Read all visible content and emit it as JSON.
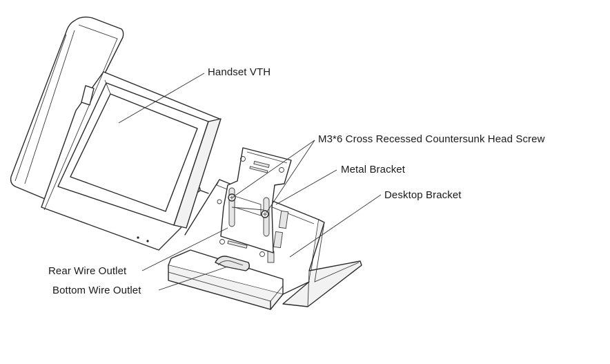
{
  "labels": {
    "handset": "Handset VTH",
    "screw": "M3*6 Cross Recessed Countersunk Head Screw",
    "metal_bracket": "Metal Bracket",
    "desktop_bracket": "Desktop Bracket",
    "rear_outlet": "Rear Wire Outlet",
    "bottom_outlet": "Bottom Wire Outlet"
  },
  "colors": {
    "line": "#2a2a2a",
    "text": "#1a1a1a",
    "background": "#ffffff"
  }
}
